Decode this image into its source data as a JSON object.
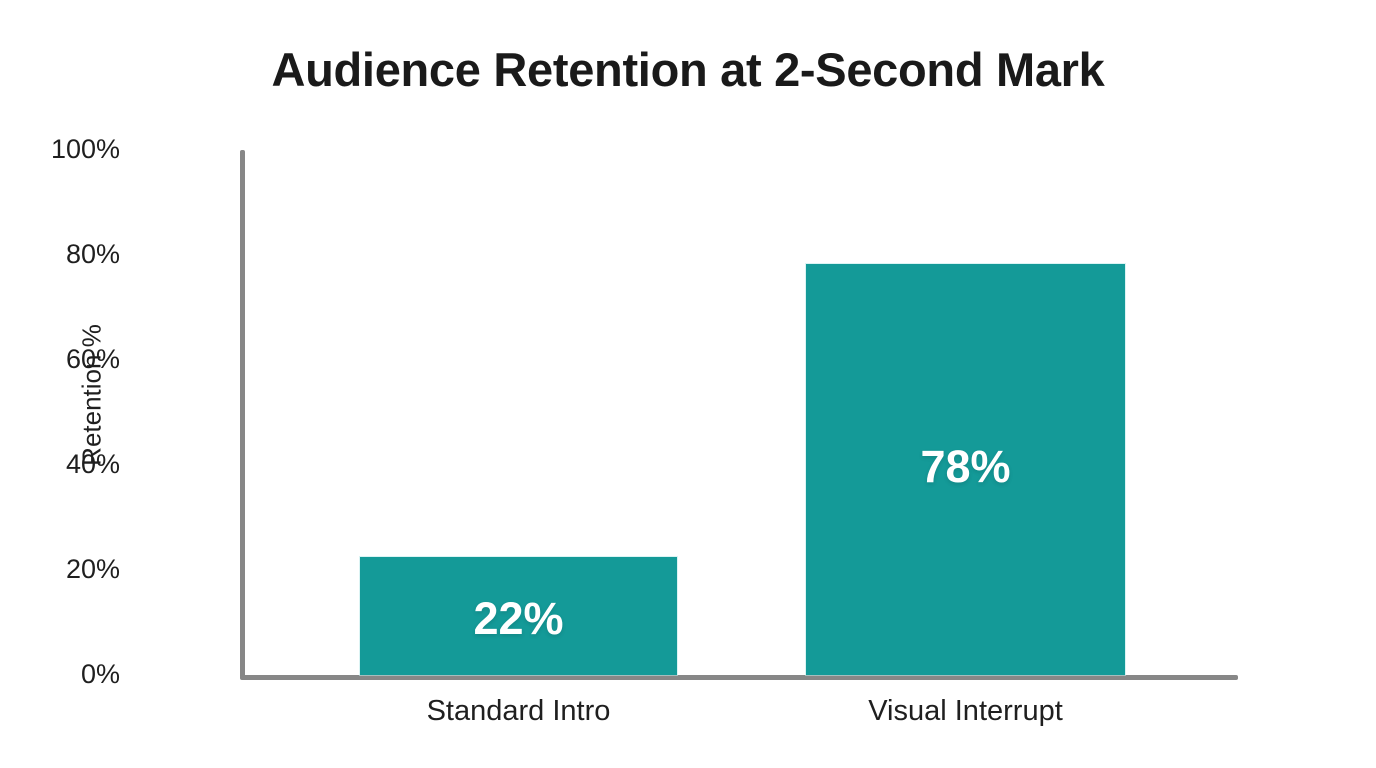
{
  "chart_data": {
    "type": "bar",
    "title": "Audience Retention at 2-Second Mark",
    "xlabel": "",
    "ylabel": "Retention %",
    "categories": [
      "Standard Intro",
      "Visual Interrupt"
    ],
    "values": [
      22,
      78
    ],
    "value_labels": [
      "22%",
      "78%"
    ],
    "ylim": [
      0,
      100
    ],
    "yticks": [
      0,
      20,
      40,
      60,
      80,
      100
    ],
    "ytick_labels": [
      "0%",
      "20%",
      "40%",
      "60%",
      "80%",
      "100%"
    ],
    "grid": false,
    "legend": null,
    "bar_color": "#149a98",
    "value_label_color": "#ffffff",
    "axis_color": "#878787",
    "text_color": "#1f1f1f",
    "title_color": "#1a1a1a",
    "background": "#ffffff"
  }
}
